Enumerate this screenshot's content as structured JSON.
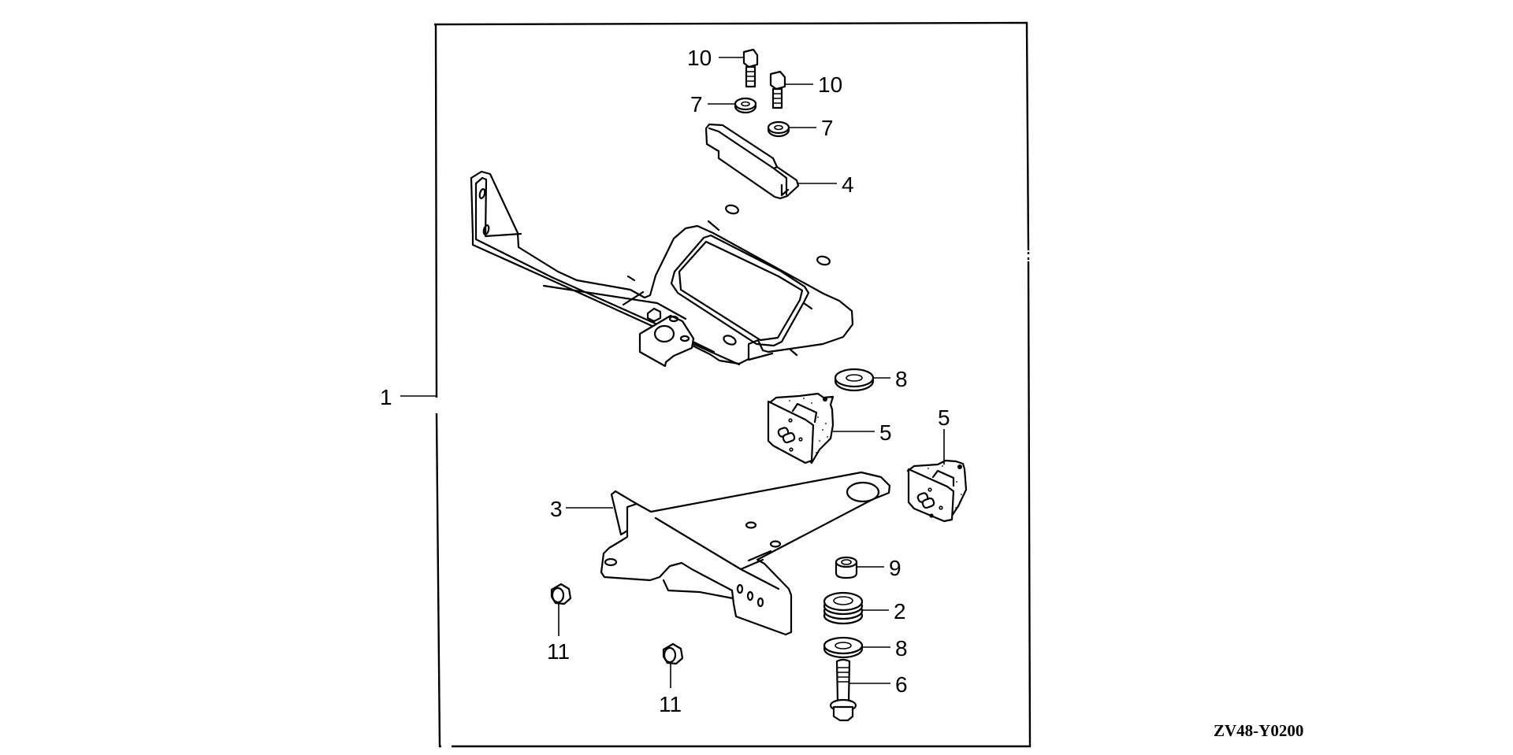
{
  "diagram": {
    "type": "exploded parts diagram",
    "drawing_code": "ZV48-Y0200",
    "colors": {
      "line": "#000000",
      "background": "#ffffff"
    },
    "callouts": [
      {
        "id": "callout-10a",
        "number": "10",
        "part": "bolt"
      },
      {
        "id": "callout-10b",
        "number": "10",
        "part": "bolt"
      },
      {
        "id": "callout-7a",
        "number": "7",
        "part": "washer"
      },
      {
        "id": "callout-7b",
        "number": "7",
        "part": "washer"
      },
      {
        "id": "callout-4",
        "number": "4",
        "part": "bracket cover"
      },
      {
        "id": "callout-1",
        "number": "1",
        "part": "mount frame assembly"
      },
      {
        "id": "callout-8a",
        "number": "8",
        "part": "washer"
      },
      {
        "id": "callout-5a",
        "number": "5",
        "part": "rubber mount"
      },
      {
        "id": "callout-5b",
        "number": "5",
        "part": "rubber mount"
      },
      {
        "id": "callout-3",
        "number": "3",
        "part": "bracket"
      },
      {
        "id": "callout-9",
        "number": "9",
        "part": "collar"
      },
      {
        "id": "callout-2",
        "number": "2",
        "part": "rubber grommet"
      },
      {
        "id": "callout-8b",
        "number": "8",
        "part": "washer"
      },
      {
        "id": "callout-6",
        "number": "6",
        "part": "flange bolt"
      },
      {
        "id": "callout-11a",
        "number": "11",
        "part": "nut"
      },
      {
        "id": "callout-11b",
        "number": "11",
        "part": "nut"
      }
    ]
  }
}
